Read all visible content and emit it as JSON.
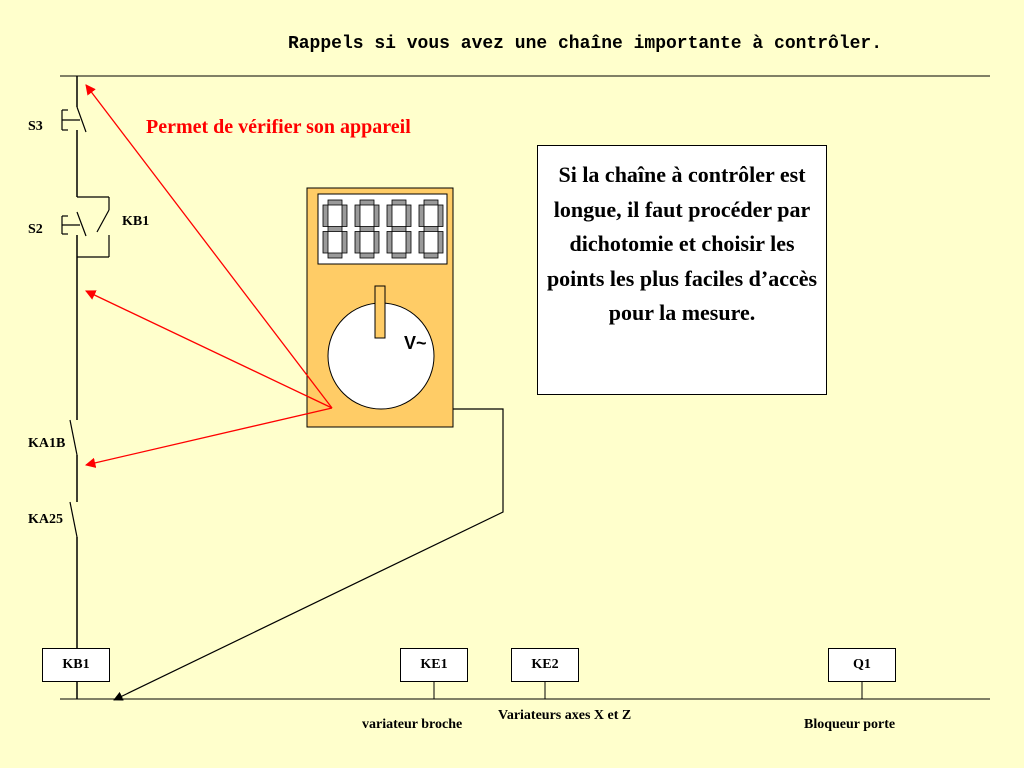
{
  "slide": {
    "title": "Rappels si vous avez une chaîne importante à contrôler.",
    "callout": "Permet de vérifier son appareil",
    "note": "Si la chaîne à contrôler est longue, il faut procéder par dichotomie et choisir les points les plus faciles d’accès pour la mesure."
  },
  "contacts": {
    "s3": "S3",
    "s2": "S2",
    "kb1": "KB1",
    "ka1b": "KA1B",
    "ka25": "KA25"
  },
  "coils": {
    "kb1": "KB1",
    "ke1": "KE1",
    "ke2": "KE2",
    "q1": "Q1"
  },
  "captions": {
    "variateur_broche": "variateur broche",
    "variateurs_axes": "Variateurs axes X et Z",
    "bloqueur_porte": "Bloqueur porte"
  },
  "multimeter": {
    "mode_label": "V~",
    "display_digits": 4
  },
  "colors": {
    "background": "#ffffcc",
    "meter_body": "#ffcc66",
    "arrows": "#ff0000",
    "callout_text": "#ff0000"
  }
}
